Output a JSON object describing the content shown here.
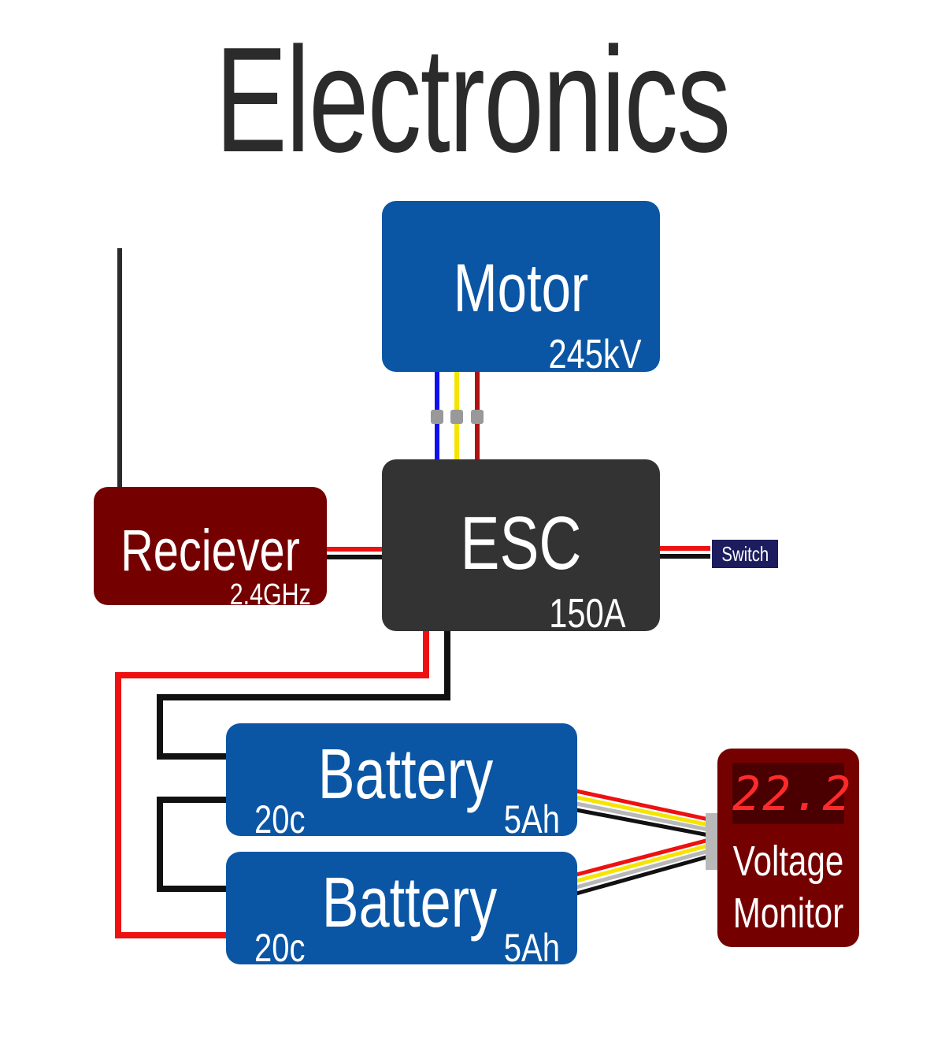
{
  "title": "Electronics",
  "motor": {
    "name": "Motor",
    "rating": "245kV"
  },
  "esc": {
    "name": "ESC",
    "rating": "150A"
  },
  "receiver": {
    "name": "Reciever",
    "rating": "2.4GHz"
  },
  "switch": {
    "label": "Switch"
  },
  "batteries": [
    {
      "name": "Battery",
      "c_rating": "20c",
      "capacity": "5Ah"
    },
    {
      "name": "Battery",
      "c_rating": "20c",
      "capacity": "5Ah"
    }
  ],
  "voltage_monitor": {
    "reading": "22.2",
    "label_line1": "Voltage",
    "label_line2": "Monitor"
  },
  "colors": {
    "blue_box": "#0b56a4",
    "esc_box": "#333333",
    "red_box": "#750000",
    "wire_red": "#ee1111",
    "wire_black": "#111111",
    "wire_yellow": "#f5e400",
    "wire_blue": "#1010ee",
    "wire_darkred": "#b01010",
    "wire_gray": "#b8b8b8"
  }
}
